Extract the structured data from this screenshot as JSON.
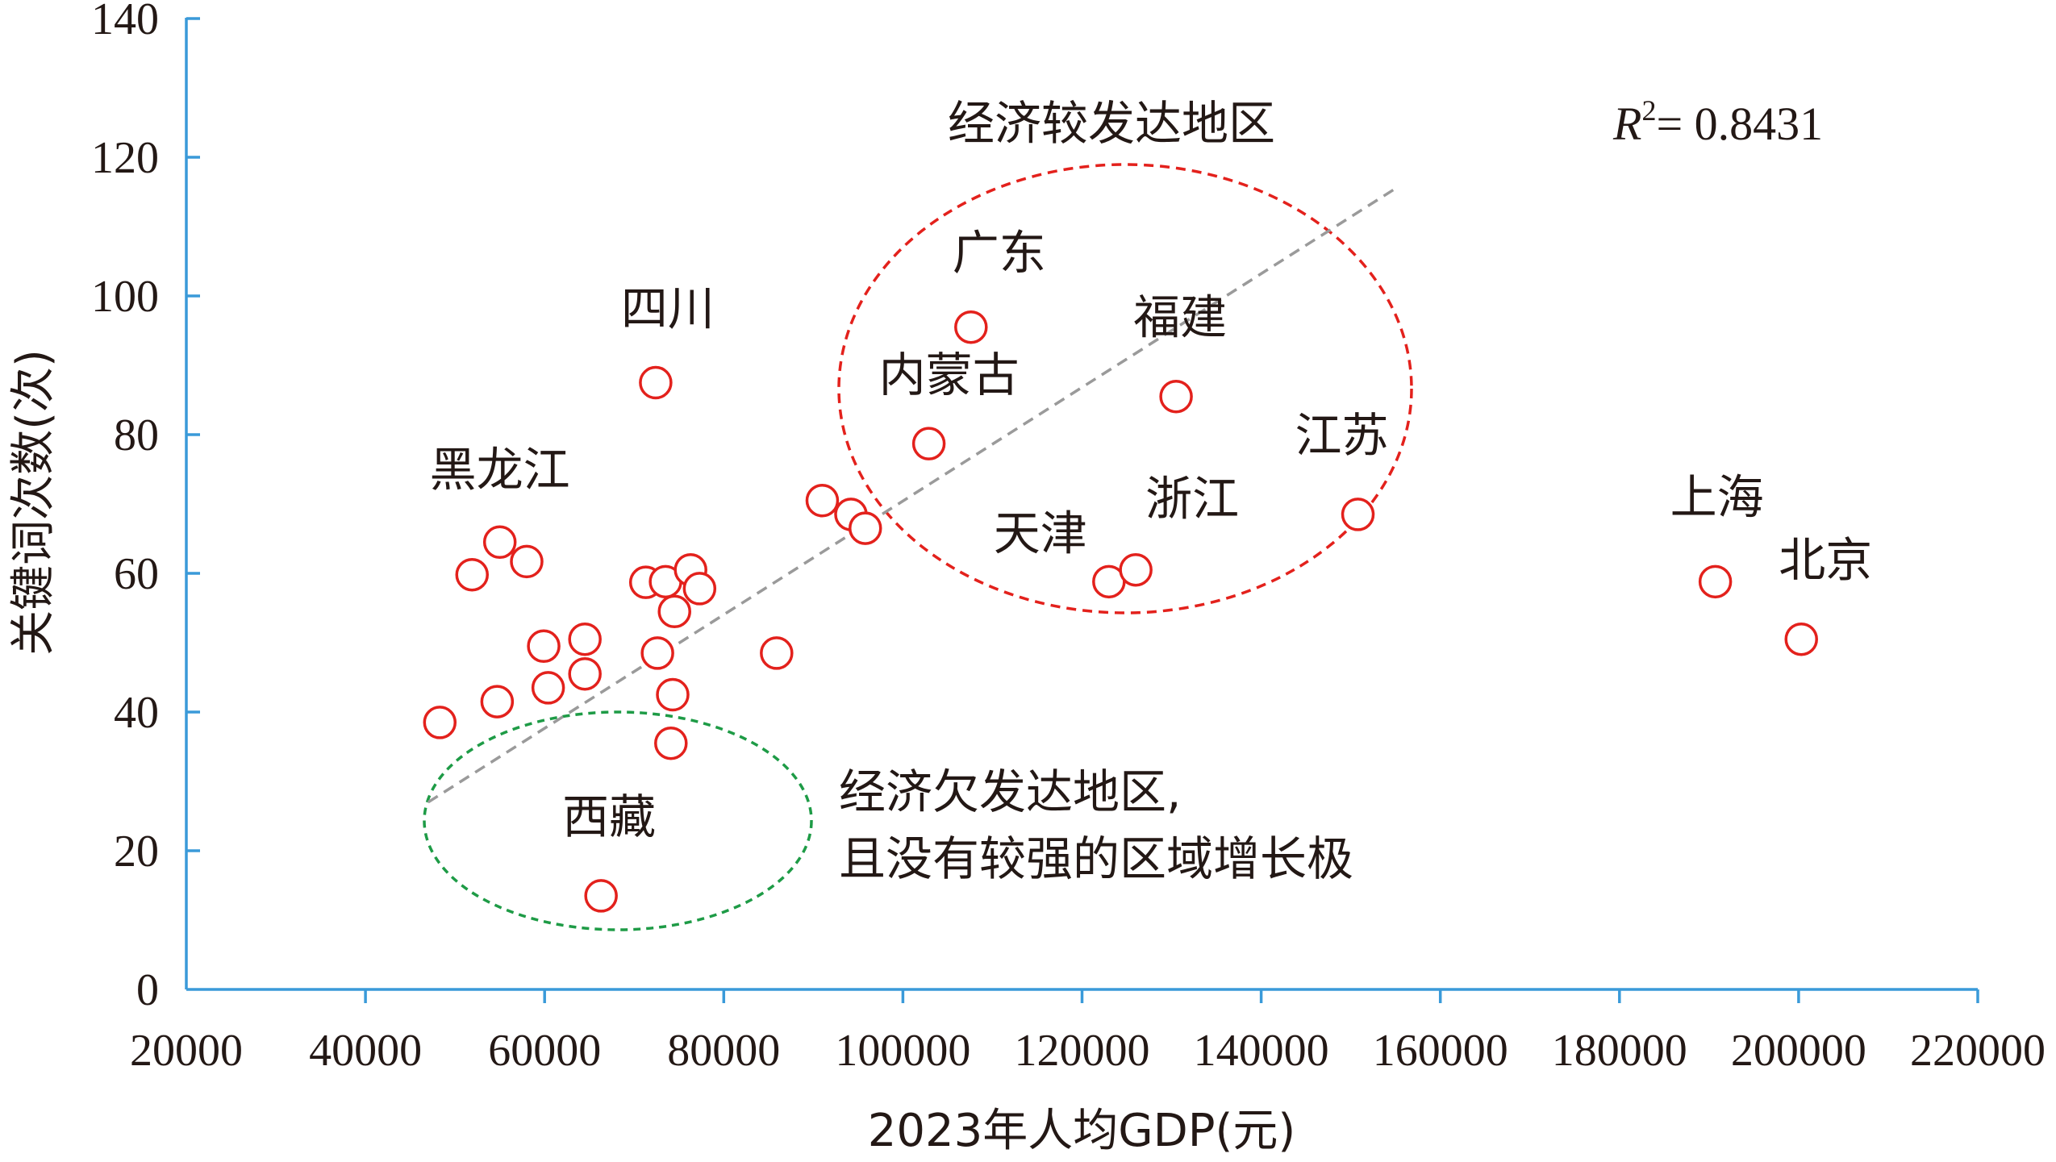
{
  "chart_data": {
    "type": "scatter",
    "xlabel": "2023年人均GDP(元)",
    "ylabel": "关键词次数(次)",
    "xlim": [
      20000,
      220000
    ],
    "ylim": [
      0,
      140
    ],
    "x_ticks": [
      "20000",
      "40000",
      "60000",
      "80000",
      "100000",
      "120000",
      "140000",
      "160000",
      "180000",
      "200000",
      "220000"
    ],
    "y_ticks": [
      "0",
      "20",
      "40",
      "60",
      "80",
      "100",
      "120",
      "140"
    ],
    "points": [
      {
        "x": 48300,
        "y": 38.5
      },
      {
        "x": 51900,
        "y": 59.8
      },
      {
        "x": 54700,
        "y": 41.5
      },
      {
        "x": 55000,
        "y": 64.5,
        "label": "黑龙江"
      },
      {
        "x": 58000,
        "y": 61.7
      },
      {
        "x": 59900,
        "y": 49.5
      },
      {
        "x": 60400,
        "y": 43.5
      },
      {
        "x": 64500,
        "y": 50.5
      },
      {
        "x": 64500,
        "y": 45.5
      },
      {
        "x": 66300,
        "y": 13.5,
        "label": "西藏"
      },
      {
        "x": 71300,
        "y": 58.7
      },
      {
        "x": 72400,
        "y": 87.5,
        "label": "四川"
      },
      {
        "x": 72600,
        "y": 48.5
      },
      {
        "x": 73500,
        "y": 58.8
      },
      {
        "x": 74100,
        "y": 35.5
      },
      {
        "x": 74300,
        "y": 42.5
      },
      {
        "x": 74500,
        "y": 54.5
      },
      {
        "x": 76300,
        "y": 60.5
      },
      {
        "x": 77300,
        "y": 57.8
      },
      {
        "x": 85900,
        "y": 48.5
      },
      {
        "x": 91000,
        "y": 70.5
      },
      {
        "x": 94200,
        "y": 68.5
      },
      {
        "x": 95800,
        "y": 66.5
      },
      {
        "x": 102900,
        "y": 78.7,
        "label": "内蒙古"
      },
      {
        "x": 107600,
        "y": 95.5,
        "label": "广东"
      },
      {
        "x": 123000,
        "y": 58.8,
        "label": "天津"
      },
      {
        "x": 126000,
        "y": 60.5,
        "label": "浙江"
      },
      {
        "x": 130500,
        "y": 85.5,
        "label": "福建"
      },
      {
        "x": 150800,
        "y": 68.5,
        "label": "江苏"
      },
      {
        "x": 190700,
        "y": 58.8,
        "label": "上海"
      },
      {
        "x": 200300,
        "y": 50.5,
        "label": "北京"
      }
    ],
    "trendline": {
      "x1": 47000,
      "y1": 27,
      "x2": 155000,
      "y2": 115.5
    },
    "r2_label": {
      "symbol": "R",
      "sup": "2",
      "value": "= 0.8431"
    },
    "annotations": {
      "developed": "经济较发达地区",
      "underdeveloped_line1": "经济欠发达地区,",
      "underdeveloped_line2": "且没有较强的区域增长极"
    }
  }
}
